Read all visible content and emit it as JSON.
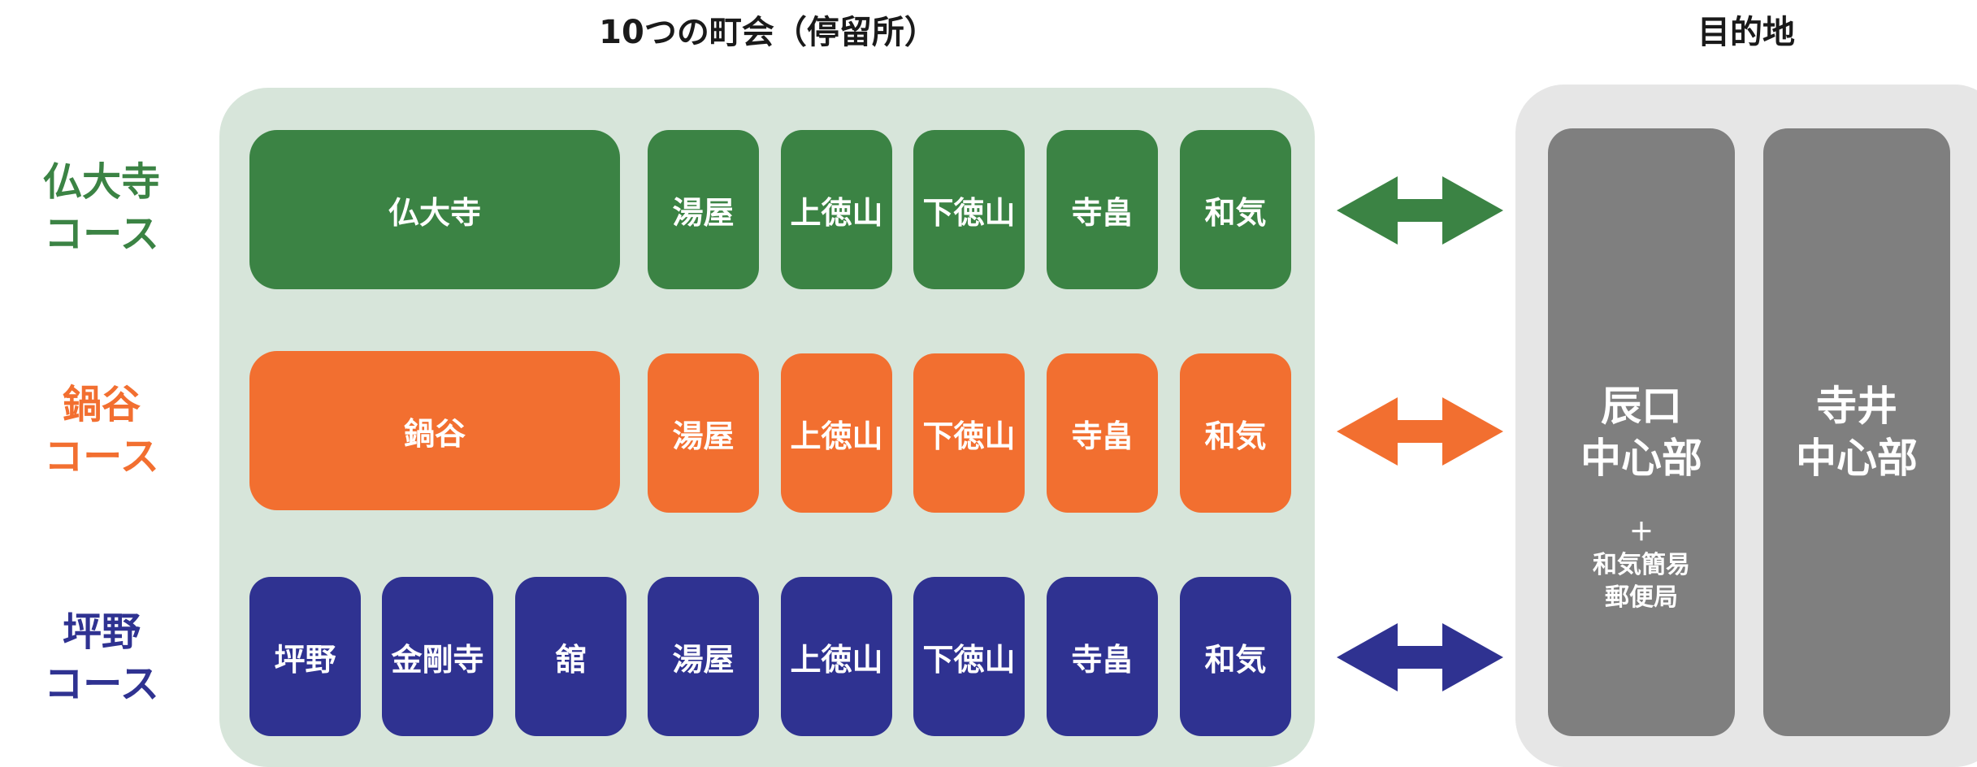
{
  "headings": {
    "stops": "10つの町会（停留所）",
    "destination": "目的地"
  },
  "colors": {
    "butsudaiji": "#3b8344",
    "nabeya": "#f26f30",
    "tsubono": "#2f3291",
    "stops_panel": "#d7e5da",
    "destination_panel": "#e6e6e6",
    "destination_box": "#7f7f7f"
  },
  "courses": [
    {
      "label_line1": "仏大寺",
      "label_line2": "コース",
      "stops": [
        "仏大寺",
        "湯屋",
        "上徳山",
        "下徳山",
        "寺畠",
        "和気"
      ]
    },
    {
      "label_line1": "鍋谷",
      "label_line2": "コース",
      "stops": [
        "鍋谷",
        "湯屋",
        "上徳山",
        "下徳山",
        "寺畠",
        "和気"
      ]
    },
    {
      "label_line1": "坪野",
      "label_line2": "コース",
      "stops": [
        "坪野",
        "金剛寺",
        "舘",
        "湯屋",
        "上徳山",
        "下徳山",
        "寺畠",
        "和気"
      ]
    }
  ],
  "arrow_icon": "double-headed-arrow-icon",
  "destinations": [
    {
      "name_line1": "辰口",
      "name_line2": "中心部",
      "note_plus": "＋",
      "note_line1": "和気簡易",
      "note_line2": "郵便局"
    },
    {
      "name_line1": "寺井",
      "name_line2": "中心部"
    }
  ]
}
